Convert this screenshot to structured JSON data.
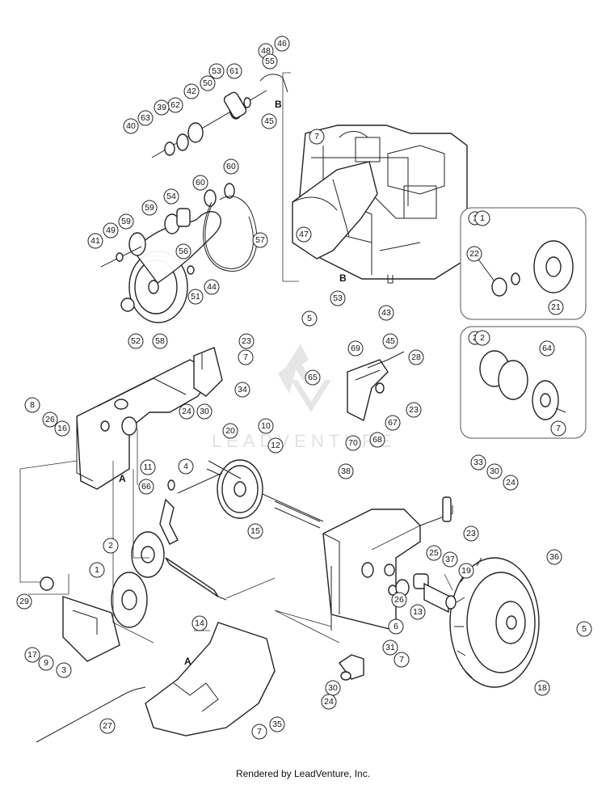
{
  "footer": "Rendered by LeadVenture, Inc.",
  "watermark": "LEADVENTURE",
  "colors": {
    "ink": "#222222",
    "watermark": "#e2e2e2",
    "background": "#ffffff"
  },
  "reference_letters": [
    "A",
    "A",
    "B",
    "B"
  ],
  "insets": [
    {
      "id": "1",
      "label": "1",
      "parts": [
        "22",
        "21"
      ]
    },
    {
      "id": "2",
      "label": "2",
      "parts": [
        "64",
        "7"
      ]
    }
  ],
  "callouts": [
    {
      "n": "46"
    },
    {
      "n": "48"
    },
    {
      "n": "55"
    },
    {
      "n": "61"
    },
    {
      "n": "53"
    },
    {
      "n": "50"
    },
    {
      "n": "42"
    },
    {
      "n": "62"
    },
    {
      "n": "39"
    },
    {
      "n": "63"
    },
    {
      "n": "40"
    },
    {
      "n": "45"
    },
    {
      "n": "7"
    },
    {
      "n": "60"
    },
    {
      "n": "60"
    },
    {
      "n": "54"
    },
    {
      "n": "59"
    },
    {
      "n": "59"
    },
    {
      "n": "49"
    },
    {
      "n": "41"
    },
    {
      "n": "57"
    },
    {
      "n": "56"
    },
    {
      "n": "47"
    },
    {
      "n": "44"
    },
    {
      "n": "51"
    },
    {
      "n": "52"
    },
    {
      "n": "58"
    },
    {
      "n": "5"
    },
    {
      "n": "53"
    },
    {
      "n": "43"
    },
    {
      "n": "23"
    },
    {
      "n": "7"
    },
    {
      "n": "34"
    },
    {
      "n": "8"
    },
    {
      "n": "26"
    },
    {
      "n": "16"
    },
    {
      "n": "24"
    },
    {
      "n": "30"
    },
    {
      "n": "69"
    },
    {
      "n": "45"
    },
    {
      "n": "28"
    },
    {
      "n": "65"
    },
    {
      "n": "67"
    },
    {
      "n": "23"
    },
    {
      "n": "68"
    },
    {
      "n": "70"
    },
    {
      "n": "10"
    },
    {
      "n": "20"
    },
    {
      "n": "12"
    },
    {
      "n": "11"
    },
    {
      "n": "4"
    },
    {
      "n": "66"
    },
    {
      "n": "38"
    },
    {
      "n": "15"
    },
    {
      "n": "33"
    },
    {
      "n": "30"
    },
    {
      "n": "24"
    },
    {
      "n": "23"
    },
    {
      "n": "2"
    },
    {
      "n": "25"
    },
    {
      "n": "37"
    },
    {
      "n": "36"
    },
    {
      "n": "19"
    },
    {
      "n": "1"
    },
    {
      "n": "26"
    },
    {
      "n": "13"
    },
    {
      "n": "29"
    },
    {
      "n": "14"
    },
    {
      "n": "6"
    },
    {
      "n": "5"
    },
    {
      "n": "17"
    },
    {
      "n": "9"
    },
    {
      "n": "3"
    },
    {
      "n": "18"
    },
    {
      "n": "31"
    },
    {
      "n": "7"
    },
    {
      "n": "30"
    },
    {
      "n": "24"
    },
    {
      "n": "27"
    },
    {
      "n": "7"
    },
    {
      "n": "35"
    },
    {
      "n": "1"
    },
    {
      "n": "22"
    },
    {
      "n": "21"
    },
    {
      "n": "2"
    },
    {
      "n": "64"
    },
    {
      "n": "7"
    }
  ]
}
